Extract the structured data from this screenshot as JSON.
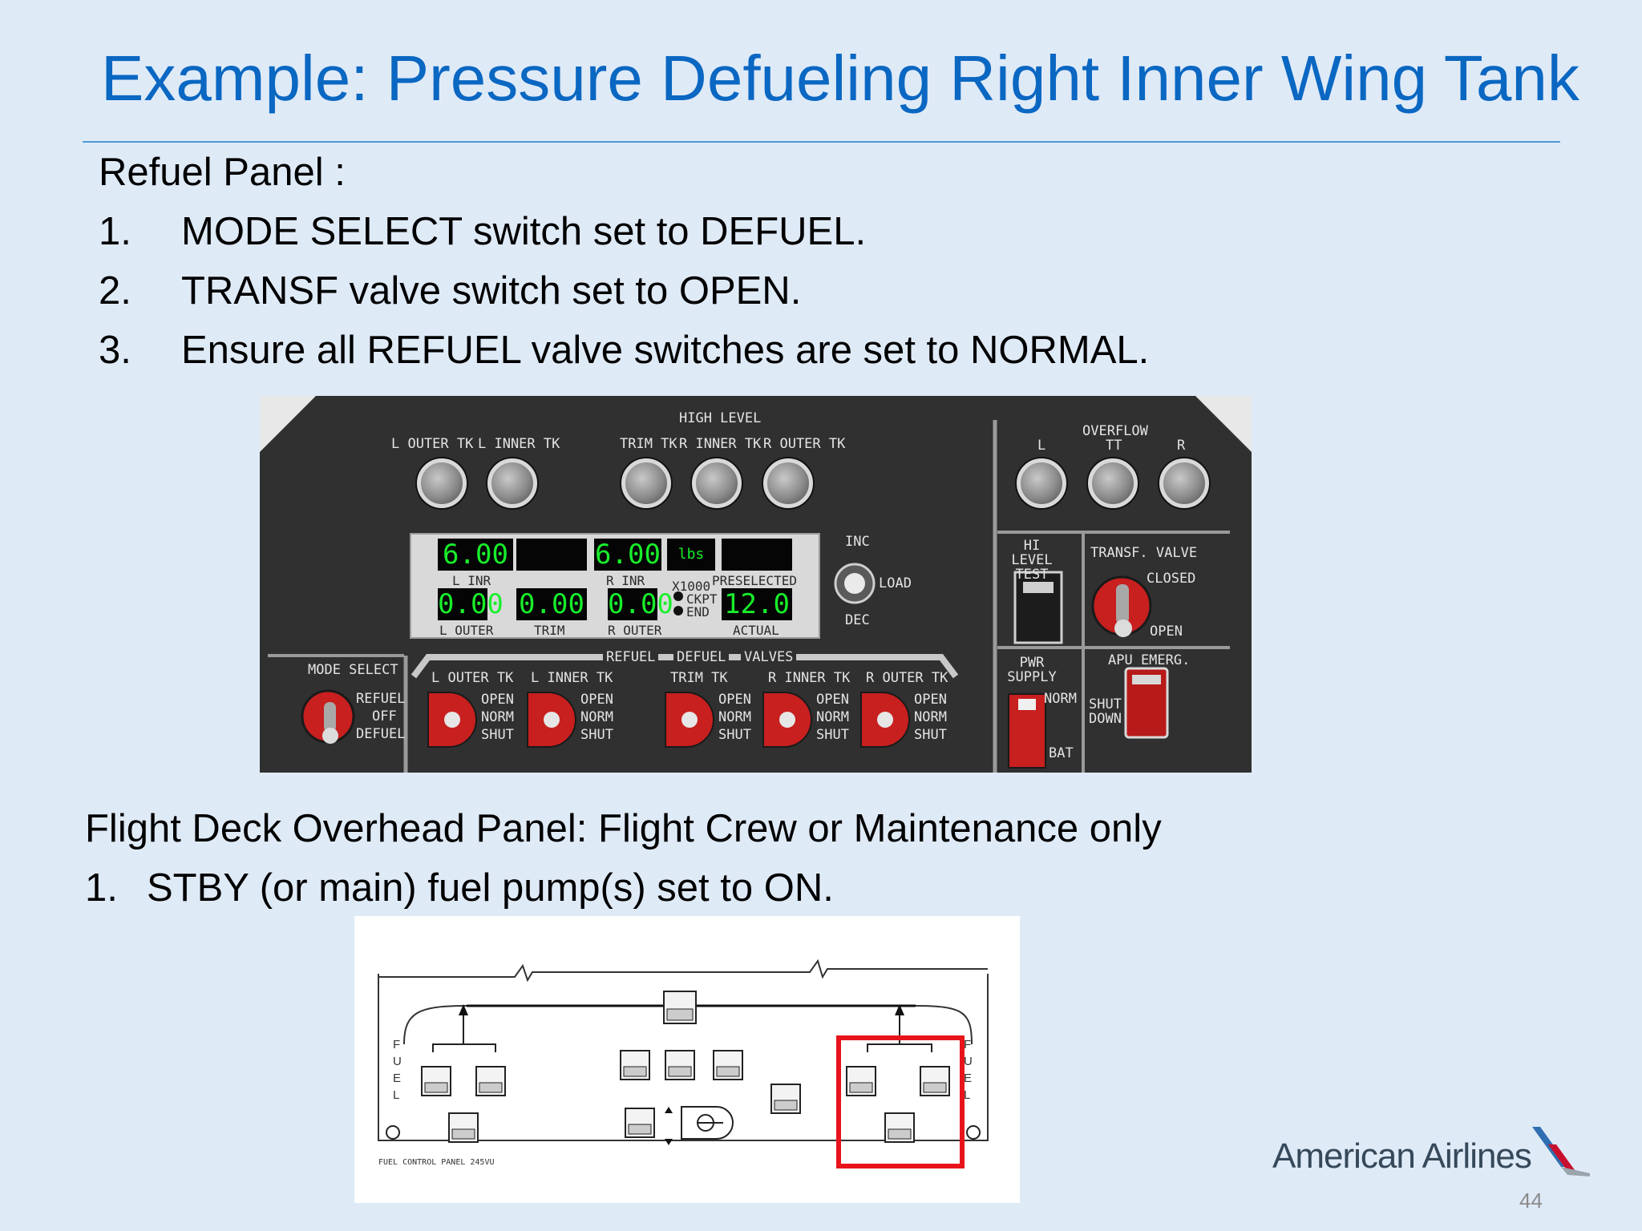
{
  "title": "Example: Pressure Defueling Right Inner Wing Tank",
  "refuel": {
    "heading": "Refuel Panel :",
    "steps": [
      {
        "num": "1.",
        "text": "MODE SELECT switch set to DEFUEL."
      },
      {
        "num": "2.",
        "text": "TRANSF valve switch set to OPEN."
      },
      {
        "num": "3.",
        "text": "Ensure all REFUEL valve switches are set to NORMAL."
      }
    ]
  },
  "refuel_panel": {
    "high_level": "HIGH LEVEL",
    "tank_labels": {
      "l_outer": "L OUTER TK",
      "l_inner": "L INNER TK",
      "trim": "TRIM TK",
      "r_inner": "R INNER TK",
      "r_outer": "R OUTER TK"
    },
    "overflow": {
      "label": "OVERFLOW",
      "l": "L",
      "tt": "TT",
      "r": "R"
    },
    "displays": {
      "l_inr": "6.00",
      "r_inr": "6.00",
      "unit": "lbs",
      "l_outer": "0.00",
      "trim": "0.00",
      "r_outer": "0.00",
      "actual": "12.0"
    },
    "display_labels": {
      "l_inr": "L INR",
      "r_inr": "R INR",
      "preselected": "PRESELECTED",
      "x1000": "X1000",
      "ckpt": "CKPT",
      "end": "END",
      "l_outer": "L OUTER",
      "trim": "TRIM",
      "r_outer": "R OUTER",
      "actual": "ACTUAL"
    },
    "preselect_knob": {
      "inc": "INC",
      "load": "LOAD",
      "dec": "DEC"
    },
    "hi_level_test": "HI LEVEL TEST",
    "transf_valve": {
      "label": "TRANSF. VALVE",
      "closed": "CLOSED",
      "open": "OPEN"
    },
    "mode_select": {
      "label": "MODE SELECT",
      "refuel": "REFUEL",
      "off": "OFF",
      "defuel": "DEFUEL"
    },
    "valves_header": {
      "refuel": "REFUEL",
      "defuel": "DEFUEL",
      "valves": "VALVES"
    },
    "valve_positions": {
      "open": "OPEN",
      "norm": "NORM",
      "shut": "SHUT"
    },
    "pwr_supply": {
      "label": "PWR SUPPLY",
      "norm": "NORM",
      "bat": "BAT"
    },
    "apu_emerg": {
      "label": "APU EMERG.",
      "shut_down": "SHUT DOWN"
    }
  },
  "overhead": {
    "heading": "Flight Deck Overhead Panel: Flight Crew or Maintenance only",
    "steps": [
      {
        "num": "1.",
        "text": "STBY (or main) fuel pump(s) set to ON."
      }
    ],
    "panel_caption": "FUEL CONTROL PANEL 245VU",
    "side_label": "FUEL"
  },
  "branding": {
    "logo_text": "American Airlines",
    "page_number": "44"
  }
}
